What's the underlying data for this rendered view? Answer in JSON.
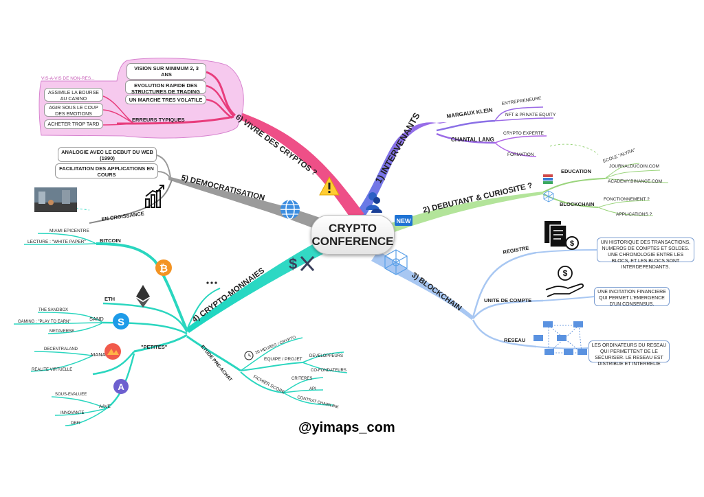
{
  "center": {
    "line1": "CRYPTO",
    "line2": "CONFERENCE"
  },
  "footer": "@yimaps_com",
  "colors": {
    "intervenants": "#8c78e8",
    "debutant": "#a9e08a",
    "blockchain": "#9dc0f0",
    "crypto": "#2ad6bf",
    "democratisation": "#9a9a9a",
    "vivre": "#ee4f87",
    "vivre_bg": "#f4c4ea"
  },
  "icons": [
    "warning-icon",
    "people-icon",
    "new-badge-icon",
    "globe-icon",
    "dollar-sign-icon",
    "network-icon",
    "growth-chart-icon",
    "ethereum-icon",
    "bitcoin-icon",
    "sandbox-icon",
    "decentraland-icon",
    "aave-icon",
    "documents-dollar-icon",
    "hand-coin-icon",
    "computer-network-icon",
    "books-icon",
    "clock-icon",
    "street-photo-icon"
  ],
  "b1": {
    "label": "1) INTERVENANTS",
    "margaux": "MARGAUX KLEIN",
    "entrepreneure": "ENTREPRENEURE",
    "nft": "NFT & PRIVATE EQUITY",
    "chantal": "CHANTAL LANG",
    "experte": "CRYPTO EXPERTE",
    "formation": "FORMATION"
  },
  "b2": {
    "label": "2) DEBUTANT & CURIOSITE ?",
    "education": "EDUCATION",
    "alyra": "ECOLE \"ALYRA\"",
    "journal": "JOURNALDUCOIN.COM",
    "academy": "ACADEMY.BINANCE.COM",
    "blockchain": "BLOCKCHAIN",
    "fonctionnement": "FONCTIONNEMENT ?",
    "applications": "APPLICATIONS ?"
  },
  "b3": {
    "label": "3) BLOCKCHAIN",
    "registre": "REGISTRE",
    "registre_note": "UN HISTORIQUE DES TRANSACTIONS, NUMEROS DE COMPTES ET SOLDES. UNE CHRONOLOGIE ENTRE LES BLOCS, ET LES BLOCS SONT INTERDEPENDANTS.",
    "unite": "UNITE DE COMPTE",
    "unite_note": "UNE INCITATION FINANCIERE QUI PERMET L'EMERGENCE D'UN CONSENSUS.",
    "reseau": "RESEAU",
    "reseau_note": "LES ORDINATEURS DU RESEAU QUI PERMETTENT DE LE SECURISER. LE RESEAU EST DISTRIBUE ET INTERRELIE"
  },
  "b4": {
    "label": "4) CRYPTO-MONNAIES",
    "bitcoin": "BITCOIN",
    "miami": "MIAMI EPICENTRE",
    "lecture": "LECTURE : \"WHITE PAPER\"",
    "eth": "ETH",
    "sand": "SAND",
    "sandbox": "THE SANDBOX",
    "gaming": "GAMING : \"PLAY TO EARN\"",
    "metaverse": "METAVERSE",
    "petites": "\"PETITES\"",
    "mana": "MANA",
    "decentraland": "DECENTRALAND",
    "realite": "REALITE VIRTUELLE",
    "aave": "AAVE",
    "sous": "SOUS-EVALUEE",
    "innovante": "INNOVANTE",
    "defi": "DEFI",
    "etude": "ETUDE PRE-ACHAT",
    "heures": "20 HEURES / CRYPTO",
    "equipe": "EQUIPE / PROJET",
    "devs": "DEVELOPPEURS",
    "cofond": "CO-FONDATEURS",
    "fichier": "FICHIER SCORE",
    "criteres": "CRITERES",
    "api": "API",
    "contrat": "CONTRAT CHAINLINK"
  },
  "b5": {
    "label": "5) DEMOCRATISATION",
    "analogie": "ANALOGIE AVEC LE DEBUT DU WEB (1990)",
    "facilitation": "FACILITATION DES APPLICATIONS EN COURS",
    "croissance": "EN CROISSANCE"
  },
  "b6": {
    "label": "6) VIVRE DES CRYPTOS ?",
    "vision": "VISION SUR MINIMUM 2, 3 ANS",
    "evolution": "EVOLUTION RAPIDE DES STRUCTURES DE TRADING",
    "volatile": "UN MARCHE TRES VOLATILE",
    "erreurs": "ERREURS TYPIQUES",
    "casino": "ASSIMILE LA BOURSE AU CASINO",
    "emotions": "AGIR SOUS LE COUP DES EMOTIONS",
    "tard": "ACHETER TROP TARD",
    "visavis": "VIS-A-VIS DE NON-RES..."
  }
}
